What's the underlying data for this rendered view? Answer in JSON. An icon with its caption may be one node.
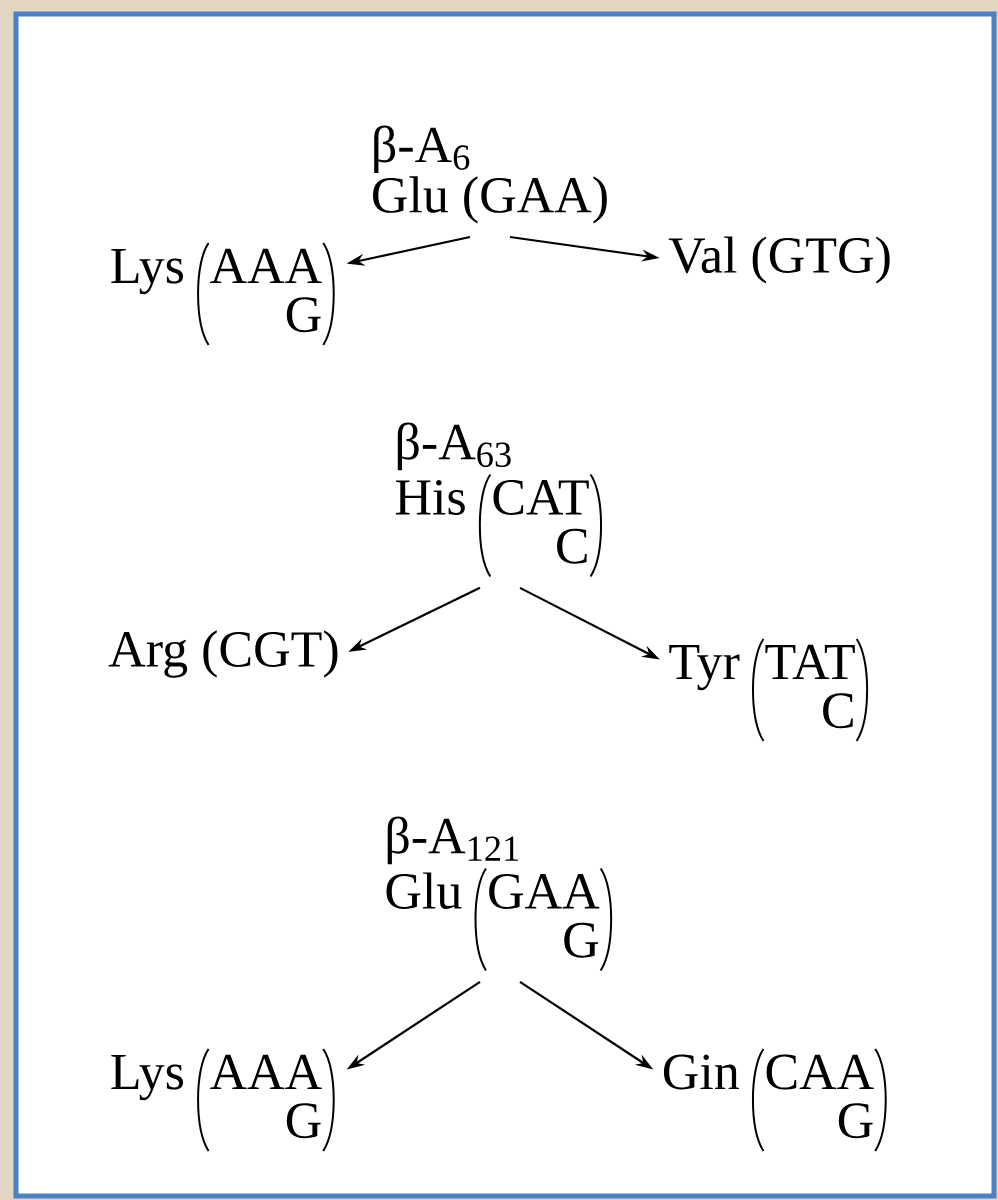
{
  "diagram": {
    "nodes": [
      {
        "text": [
          "β-A$_{6}$",
          "Glu (GAA)"
        ]
      },
      {
        "text": [
          "Lys",
          "AAA",
          "G"
        ]
      },
      {
        "text": [
          "Val (GTG)"
        ]
      },
      {
        "text": [
          "β-A$_{63}$",
          "His",
          "CAT",
          "C"
        ]
      },
      {
        "text": [
          "Arg (CGT)"
        ]
      },
      {
        "text": [
          "Tyr",
          "TAT",
          "C"
        ]
      },
      {
        "text": [
          "β-A$_{121}$",
          "Glu",
          "GAA",
          "G"
        ]
      },
      {
        "text": [
          "Lys",
          "AAA",
          "G"
        ]
      },
      {
        "text": [
          "Gin",
          "CAA",
          "G"
        ]
      }
    ],
    "edges": [
      {
        "from": 0,
        "to": 1,
        "arrow": "to"
      },
      {
        "from": 0,
        "to": 2,
        "arrow": "to"
      },
      {
        "from": 3,
        "to": 4,
        "arrow": "to"
      },
      {
        "from": 3,
        "to": 5,
        "arrow": "to"
      },
      {
        "from": 6,
        "to": 7,
        "arrow": "to"
      },
      {
        "from": 6,
        "to": 8,
        "arrow": "to"
      }
    ]
  }
}
